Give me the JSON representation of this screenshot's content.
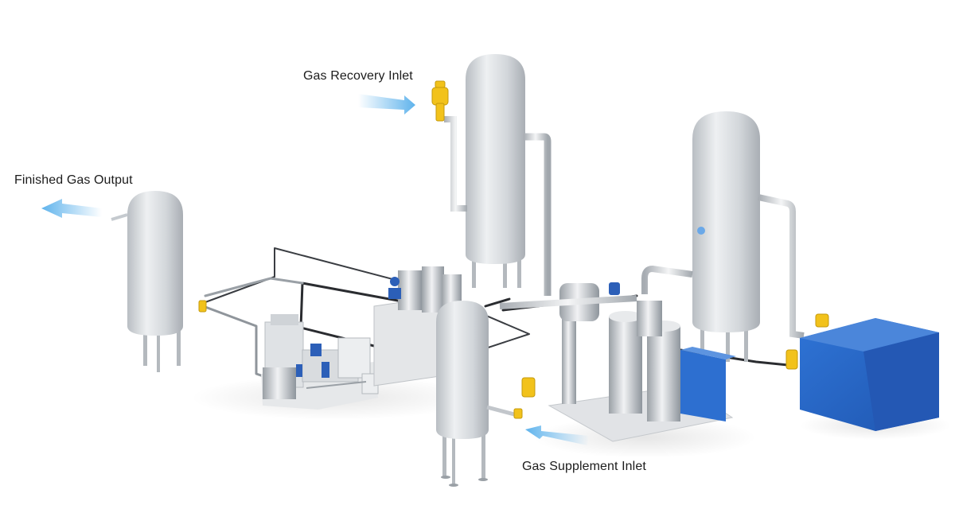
{
  "labels": {
    "gas_recovery_inlet": "Gas Recovery Inlet",
    "finished_gas_output": "Finished Gas Output",
    "gas_supplement_inlet": "Gas Supplement Inlet"
  },
  "colors": {
    "arrow_blue": "#5fb3ec",
    "tank_silver": "#d6d9dc",
    "valve_yellow": "#f2c21b",
    "pump_blue": "#2c5fb8",
    "box_blue": "#2d6fd0"
  },
  "icons": {
    "flow_arrow": "gradient-arrow-icon",
    "valve": "valve-icon"
  }
}
